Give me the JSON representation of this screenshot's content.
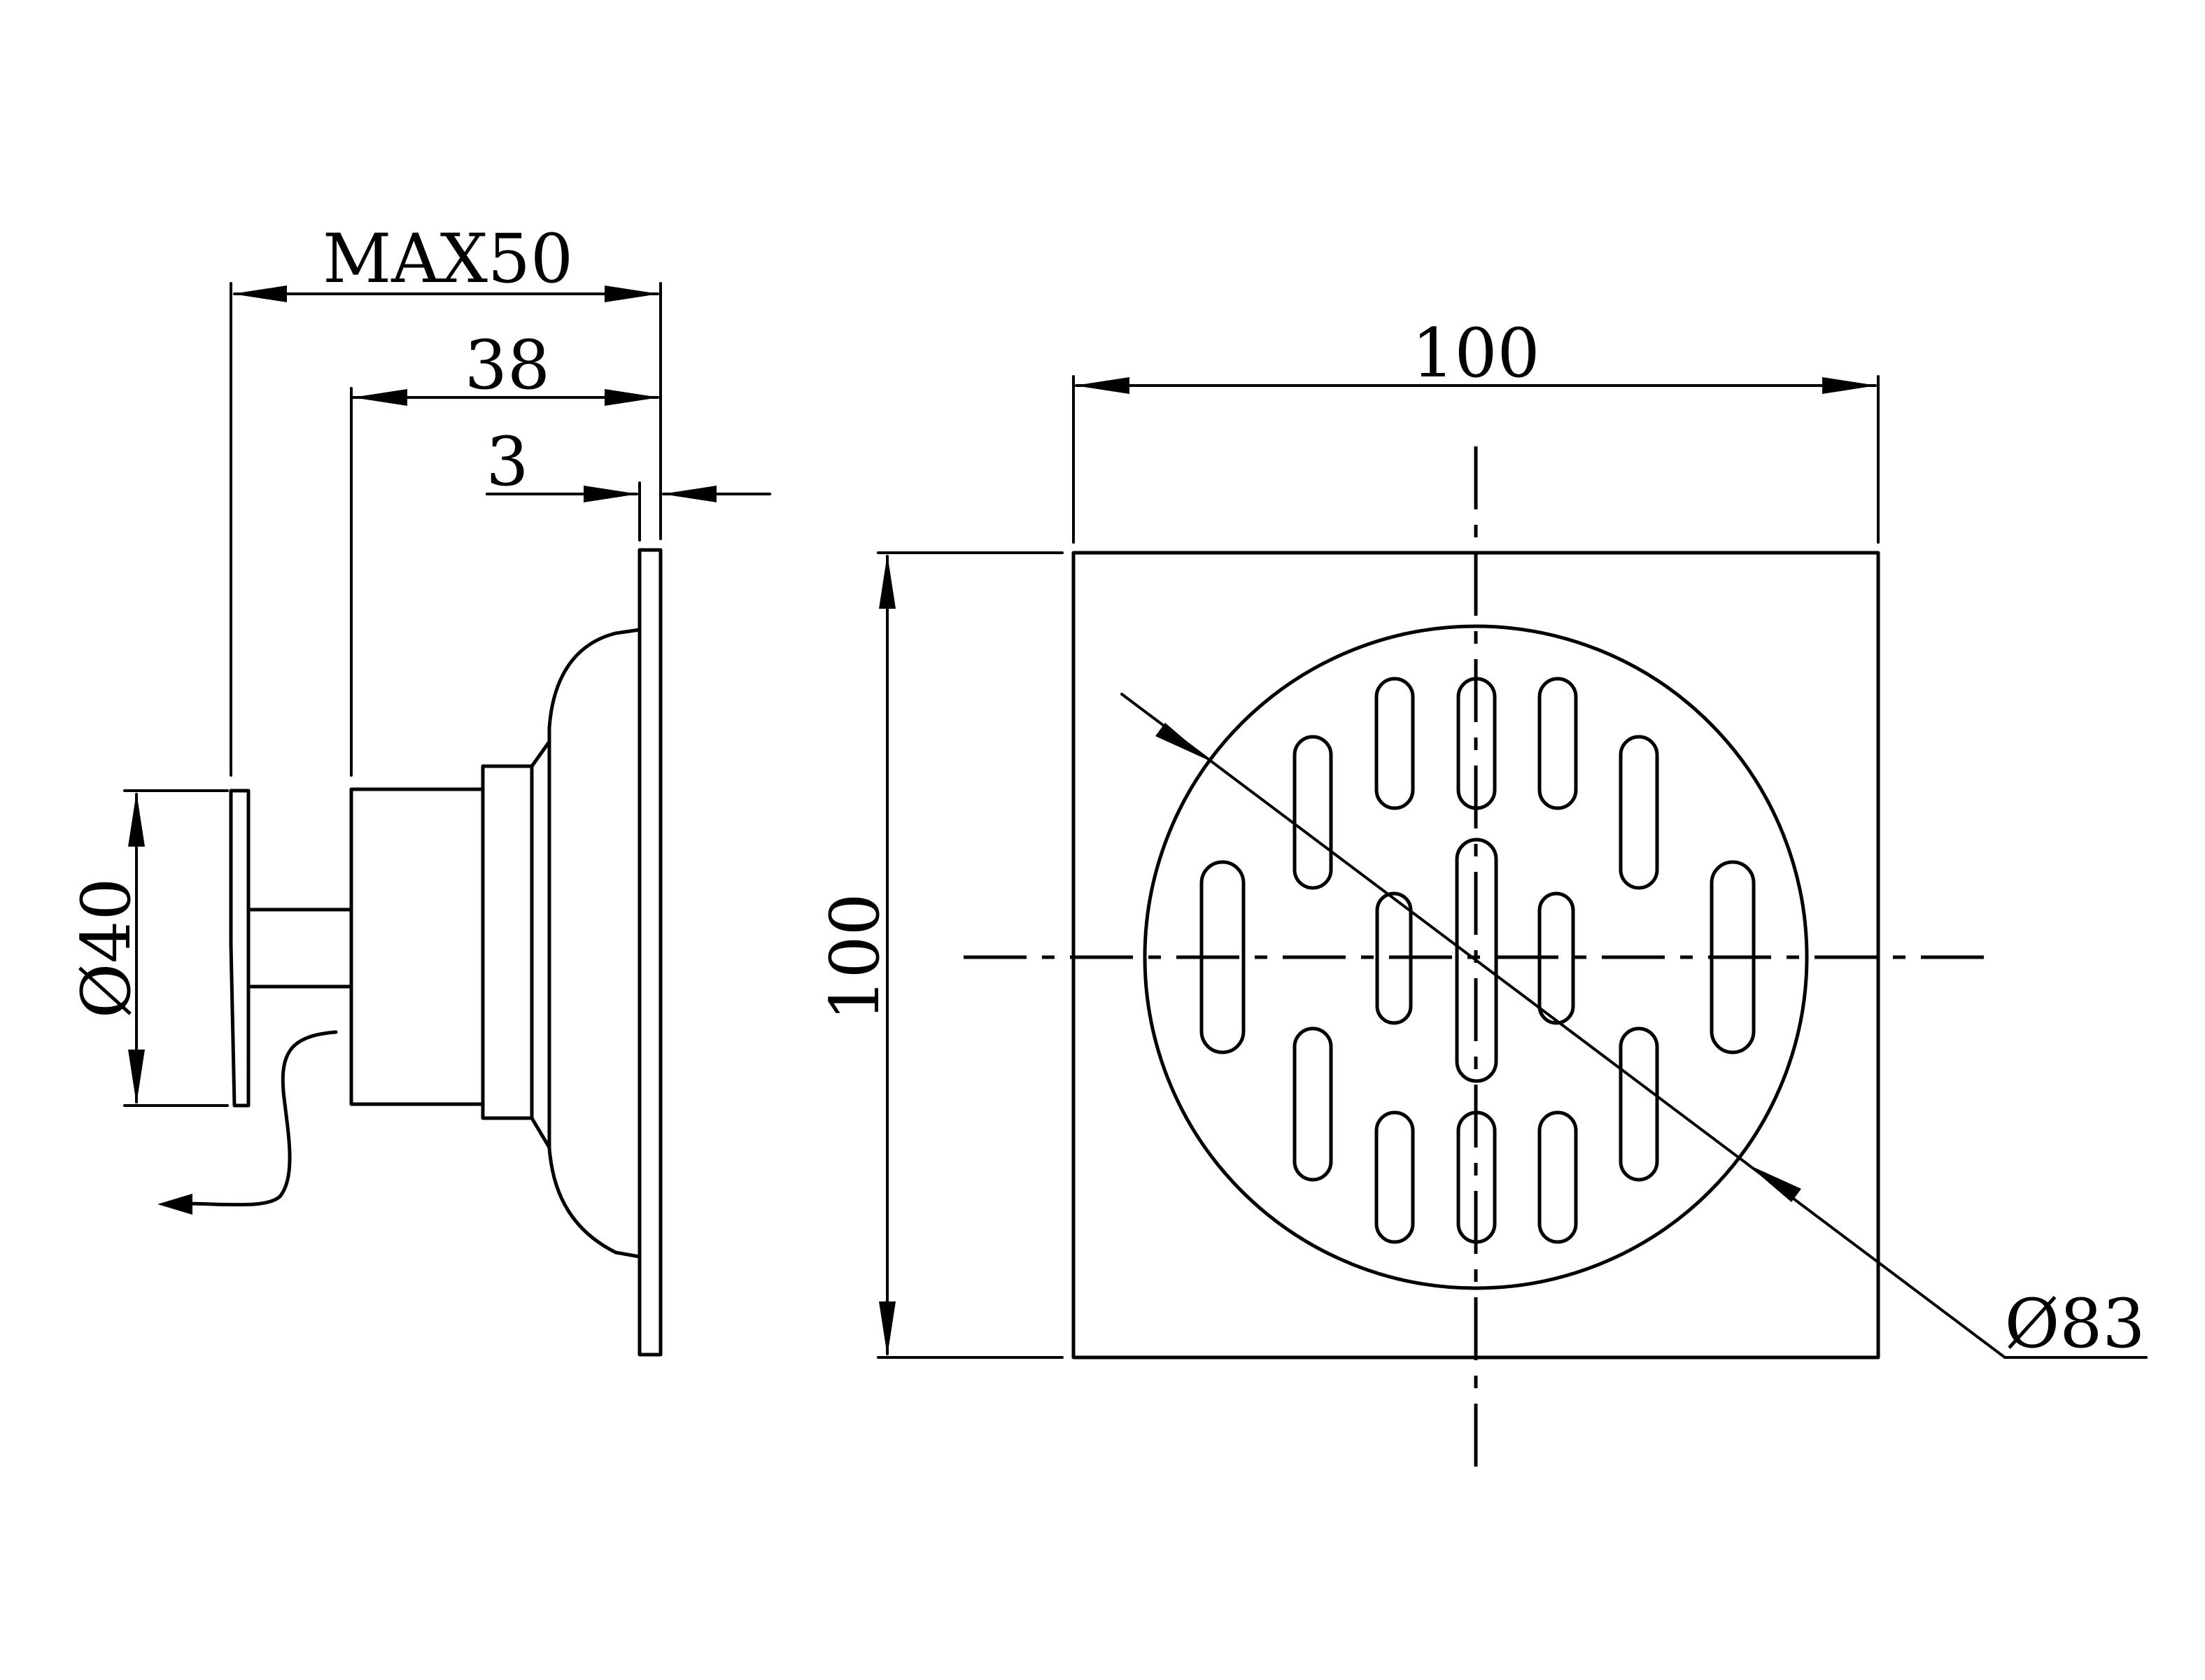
{
  "dimensions": {
    "max_depth": "MAX50",
    "body_depth": "38",
    "flange_thickness": "3",
    "outlet_diameter": "Ø40",
    "plate_width": "100",
    "plate_height": "100",
    "grate_diameter": "Ø83"
  },
  "colors": {
    "line": "#000000",
    "background": "#ffffff"
  }
}
